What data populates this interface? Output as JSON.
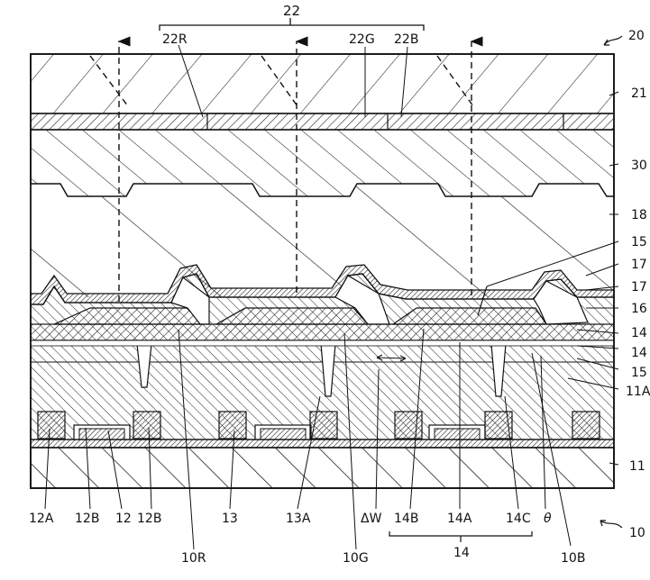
{
  "figure": {
    "labels": {
      "l20": "20",
      "l21": "21",
      "l30": "30",
      "l18": "18",
      "l15a": "15",
      "l17a": "17",
      "l17b": "17",
      "l16": "16",
      "l14a": "14",
      "l14b": "14",
      "l15b": "15",
      "l11a": "11A",
      "l11": "11",
      "l10": "10",
      "l22": "22",
      "l22R": "22R",
      "l22G": "22G",
      "l22B": "22B",
      "l12A": "12A",
      "l12B1": "12B",
      "l12": "12",
      "l12B2": "12B",
      "l13": "13",
      "l13A": "13A",
      "lDW": "ΔW",
      "l14B": "14B",
      "l14A": "14A",
      "l14C": "14C",
      "ltheta": "θ",
      "l10R": "10R",
      "l10G": "10G",
      "l14": "14",
      "l10B": "10B"
    }
  }
}
